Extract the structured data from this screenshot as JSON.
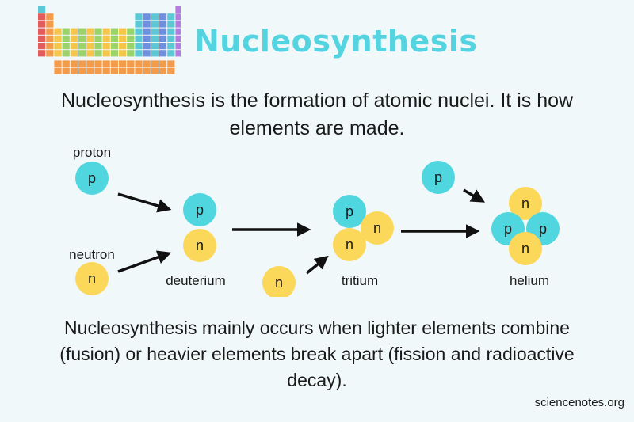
{
  "header": {
    "title": "Nucleosynthesis"
  },
  "intro": "Nucleosynthesis is the formation of atomic nuclei. It is how elements are made.",
  "diagram": {
    "particle_labels": {
      "proton": "proton",
      "neutron": "neutron"
    },
    "p_symbol": "p",
    "n_symbol": "n",
    "stages": [
      "deuterium",
      "tritium",
      "helium"
    ]
  },
  "outro": "Nucleosynthesis mainly occurs when lighter elements combine (fusion) or heavier elements break apart (fission and radioactive decay).",
  "source": "sciencenotes.org",
  "colors": {
    "proton": "#4fd6df",
    "neutron": "#fbd85a",
    "title": "#54d4e0",
    "background": "#f1f8f9"
  }
}
